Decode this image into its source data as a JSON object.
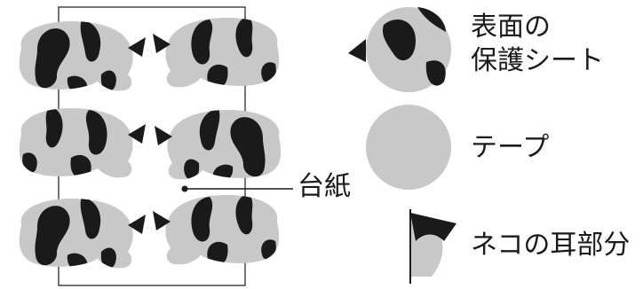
{
  "legend": {
    "surface_sheet": [
      "表面の",
      "保護シート"
    ],
    "tape": "テープ",
    "cat_ear": "ネコの耳部分"
  },
  "base_label": "台紙",
  "colors": {
    "patch": "#1a1a1a",
    "tape": "#c8c8c8",
    "line": "#1a1a1a",
    "background": "#ffffff"
  }
}
